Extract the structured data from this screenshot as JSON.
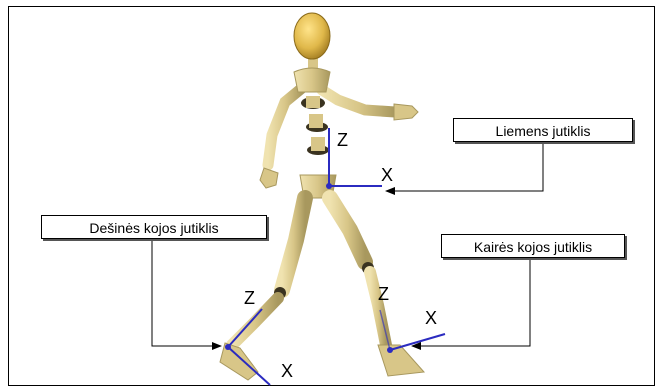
{
  "labels": {
    "torso_sensor": "Liemens jutiklis",
    "right_leg_sensor": "Dešinės kojos jutiklis",
    "left_leg_sensor": "Kairės kojos jutiklis"
  },
  "axes": {
    "torso_z": "Z",
    "torso_x": "X",
    "right_z": "Z",
    "right_x": "X",
    "left_z": "Z",
    "left_x": "X"
  },
  "colors": {
    "body": "#d9c98e",
    "body_shade": "#a8985e",
    "head": "#e0b84a",
    "joint_dark": "#3a3320",
    "axis_line": "#2b2bc0",
    "arrow": "#000000"
  }
}
